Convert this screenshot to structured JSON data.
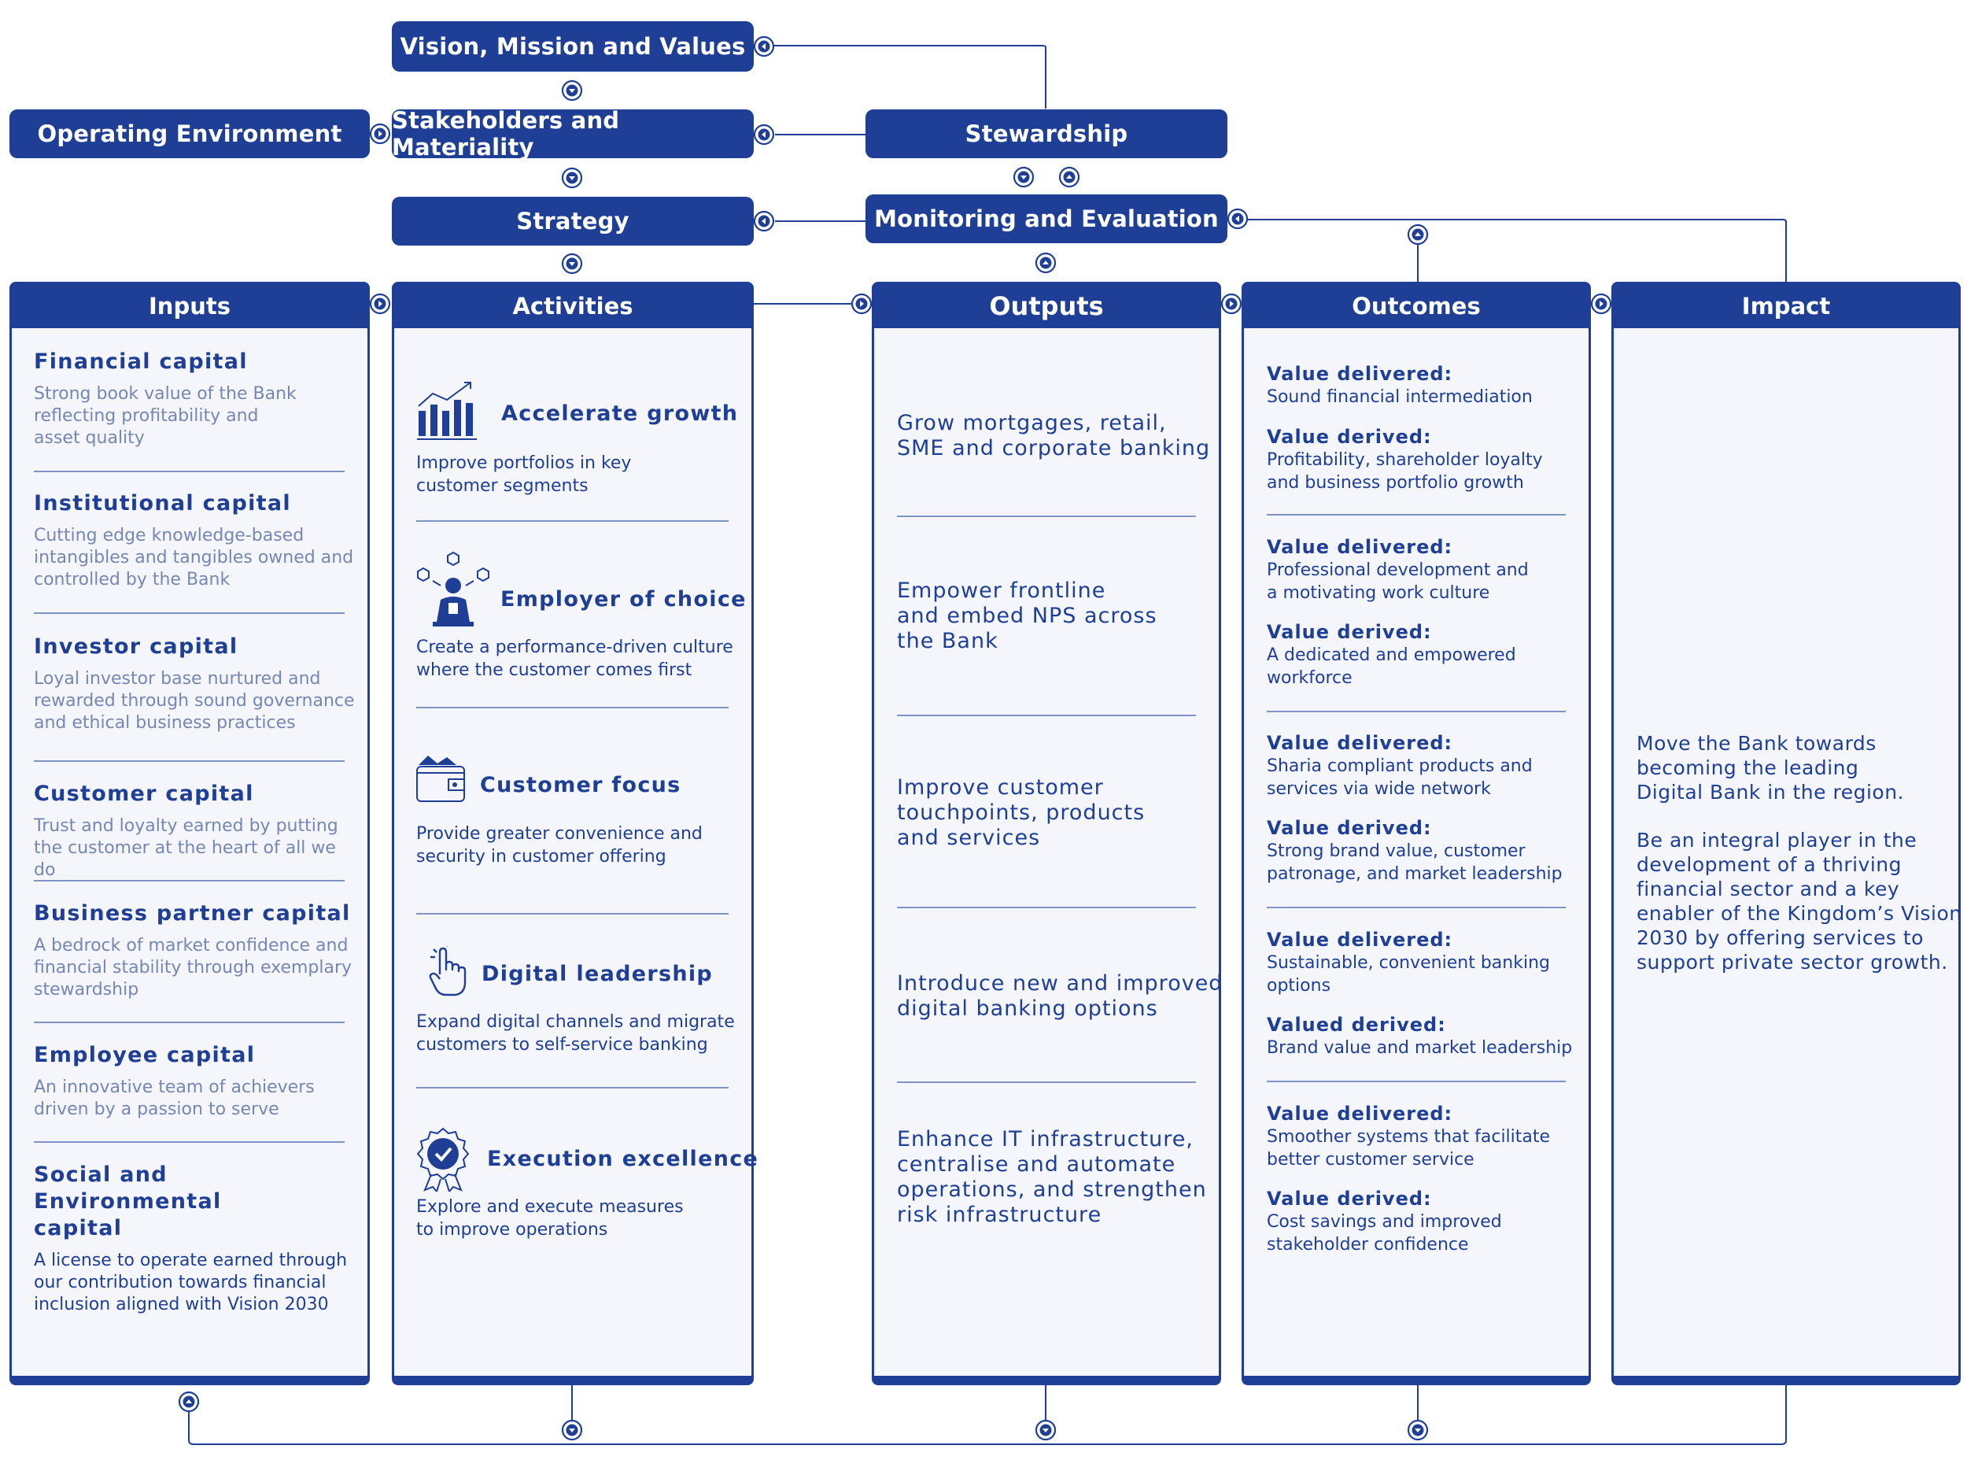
{
  "header_boxes": {
    "vision": "Vision, Mission and Values",
    "operating": "Operating Environment",
    "stakeholders": "Stakeholders and Materiality",
    "stewardship": "Stewardship",
    "strategy": "Strategy",
    "monitoring": "Monitoring and Evaluation"
  },
  "columns": {
    "inputs": "Inputs",
    "activities": "Activities",
    "outputs": "Outputs",
    "outcomes": "Outcomes",
    "impact": "Impact"
  },
  "inputs": [
    {
      "title": "Financial capital",
      "desc_lines": [
        "Strong book value of the Bank",
        "reflecting profitability and",
        "asset quality"
      ]
    },
    {
      "title": "Institutional capital",
      "desc_lines": [
        "Cutting edge knowledge-based",
        "intangibles and tangibles owned and",
        "controlled by the Bank"
      ]
    },
    {
      "title": "Investor capital",
      "desc_lines": [
        "Loyal investor base nurtured and",
        "rewarded through sound governance",
        "and ethical business practices"
      ]
    },
    {
      "title": "Customer capital",
      "desc_lines": [
        "Trust and loyalty earned by putting",
        "the customer at the heart of all we do"
      ]
    },
    {
      "title": "Business partner capital",
      "desc_lines": [
        "A bedrock of market confidence and",
        "financial stability through exemplary",
        "stewardship"
      ]
    },
    {
      "title": "Employee capital",
      "desc_lines": [
        "An innovative team of achievers",
        "driven by a passion to serve"
      ]
    },
    {
      "title_lines": [
        "Social and Environmental",
        "capital"
      ],
      "desc_lines": [
        "A license to operate earned through",
        "our contribution towards financial",
        "inclusion aligned with Vision 2030"
      ]
    }
  ],
  "activities": [
    {
      "icon": "growth-chart-icon",
      "title": "Accelerate growth",
      "desc_lines": [
        "Improve portfolios in key",
        "customer segments"
      ]
    },
    {
      "icon": "employee-icon",
      "title": "Employer of choice",
      "desc_lines": [
        "Create a performance-driven culture",
        "where the customer comes first"
      ]
    },
    {
      "icon": "wallet-icon",
      "title": "Customer focus",
      "desc_lines": [
        "Provide greater convenience and",
        "security in customer offering"
      ]
    },
    {
      "icon": "pointer-hand-icon",
      "title": "Digital leadership",
      "desc_lines": [
        "Expand digital channels and migrate",
        "customers to self-service banking"
      ]
    },
    {
      "icon": "badge-check-icon",
      "title": "Execution excellence",
      "desc_lines": [
        "Explore and execute measures",
        "to improve operations"
      ]
    }
  ],
  "outputs": [
    {
      "lines": [
        "Grow mortgages, retail,",
        "SME and  corporate banking"
      ]
    },
    {
      "lines": [
        "Empower frontline",
        "and embed NPS across",
        "the Bank"
      ]
    },
    {
      "lines": [
        "Improve customer",
        "touchpoints, products",
        "and services"
      ]
    },
    {
      "lines": [
        "Introduce new and improved",
        "digital banking options"
      ]
    },
    {
      "lines": [
        "Enhance IT infrastructure,",
        "centralise and automate",
        "operations, and strengthen",
        "risk infrastructure"
      ]
    }
  ],
  "outcomes": [
    {
      "l1": "Value delivered:",
      "t1": [
        "Sound financial intermediation"
      ],
      "l2": "Value derived:",
      "t2": [
        "Profitability, shareholder loyalty",
        "and business portfolio growth"
      ]
    },
    {
      "l1": "Value delivered:",
      "t1": [
        "Professional  development and",
        "a motivating work culture"
      ],
      "l2": "Value derived:",
      "t2": [
        "A dedicated and empowered",
        "workforce"
      ]
    },
    {
      "l1": "Value delivered:",
      "t1": [
        "Sharia compliant products and",
        "services via wide network"
      ],
      "l2": "Value derived:",
      "t2": [
        "Strong brand value, customer",
        "patronage, and market leadership"
      ]
    },
    {
      "l1": "Value delivered:",
      "t1": [
        "Sustainable, convenient banking",
        "options"
      ],
      "l2": "Valued derived:",
      "t2": [
        "Brand value and market leadership"
      ]
    },
    {
      "l1": "Value delivered:",
      "t1": [
        "Smoother systems that facilitate",
        "better customer service"
      ],
      "l2": "Value derived:",
      "t2": [
        "Cost savings and improved",
        "stakeholder confidence"
      ]
    }
  ],
  "impact": {
    "p1": [
      "Move the Bank towards",
      "becoming the leading",
      "Digital Bank in the region."
    ],
    "p2": [
      "Be an integral player in the",
      "development of a thriving",
      "financial sector and a key",
      "enabler of the Kingdom’s Vision",
      "2030 by offering services to",
      "support private sector growth."
    ]
  },
  "colors": {
    "primary": "#1f3f96",
    "muted": "#7787b4",
    "panel": "#f4f6fb"
  }
}
